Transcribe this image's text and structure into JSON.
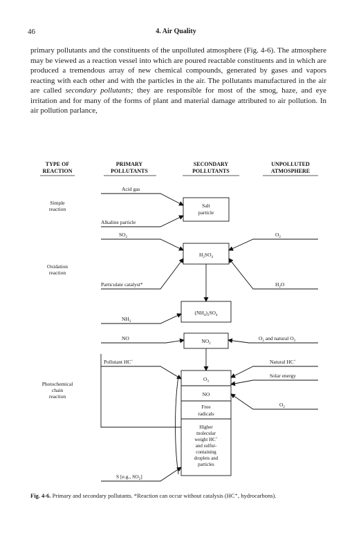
{
  "page": {
    "number": "46",
    "running_head": "4.  Air Quality",
    "paragraph_before": "primary pollutants and the constituents of the unpolluted atmosphere (Fig. 4-6). The atmosphere may be viewed as a reaction vessel into which are poured reactable constituents and in which are produced a tremendous array of new chemical compounds, generated by gases and vapors reacting with each other and with the particles in the air. The pollutants manufactured in the air are called ",
    "paragraph_term": "secondary pollutants;",
    "paragraph_after": " they are responsible for most of the smog, haze, and eye irritation and for many of the forms of plant and material damage attributed to air pollution. In air pollution parlance,"
  },
  "figure": {
    "headers": {
      "type_of_reaction": [
        "TYPE OF",
        "REACTION"
      ],
      "primary": [
        "PRIMARY",
        "POLLUTANTS"
      ],
      "secondary": [
        "SECONDARY",
        "POLLUTANTS"
      ],
      "unpolluted": [
        "UNPOLLUTED",
        "ATMOSPHERE"
      ]
    },
    "reaction_types": {
      "simple": [
        "Simple",
        "reaction"
      ],
      "oxidation": [
        "Oxidation",
        "reaction"
      ],
      "photochemical": [
        "Photochemical",
        "chain",
        "reaction"
      ]
    },
    "primary_labels": {
      "acid_gas": "Acid gas",
      "alkaline_particle": "Alkaline particle",
      "so2": "SO",
      "particulate_catalyst": "Particulate catalyst*",
      "nh3": "NH",
      "no": "NO",
      "pollutant_hc": "Pollutant HC",
      "sulfur": "S [e.g., SO",
      "sulfur_close": "]"
    },
    "secondary_boxes": {
      "salt_particle": [
        "Salt",
        "particle"
      ],
      "h2so4": "H",
      "nh4so4_open": "(NH",
      "nh4so4_mid": ")",
      "nh4so4_end": "SO",
      "no2": "NO",
      "o3": "O",
      "no": "NO",
      "free_radicals": [
        "Free",
        "radicals"
      ],
      "higher": [
        "Higher",
        "molecular",
        "weight HC",
        "and sulfur-",
        "containing",
        "droplets and",
        "particles"
      ]
    },
    "unpolluted_labels": {
      "o2_top": "O",
      "h2o": "H",
      "o2_natural": "O",
      "o2_natural_text": " and natural O",
      "natural_hc": "Natural HC",
      "solar_energy": "Solar energy",
      "o2_bottom": "O"
    },
    "subscripts": {
      "two": "2",
      "three": "3",
      "four": "4",
      "star": "+"
    }
  },
  "caption": {
    "label": "Fig. 4-6.",
    "text": "  Primary and secondary pollutants. *Reaction can occur without catalysis (HC⁺, hydrocarbons)."
  }
}
